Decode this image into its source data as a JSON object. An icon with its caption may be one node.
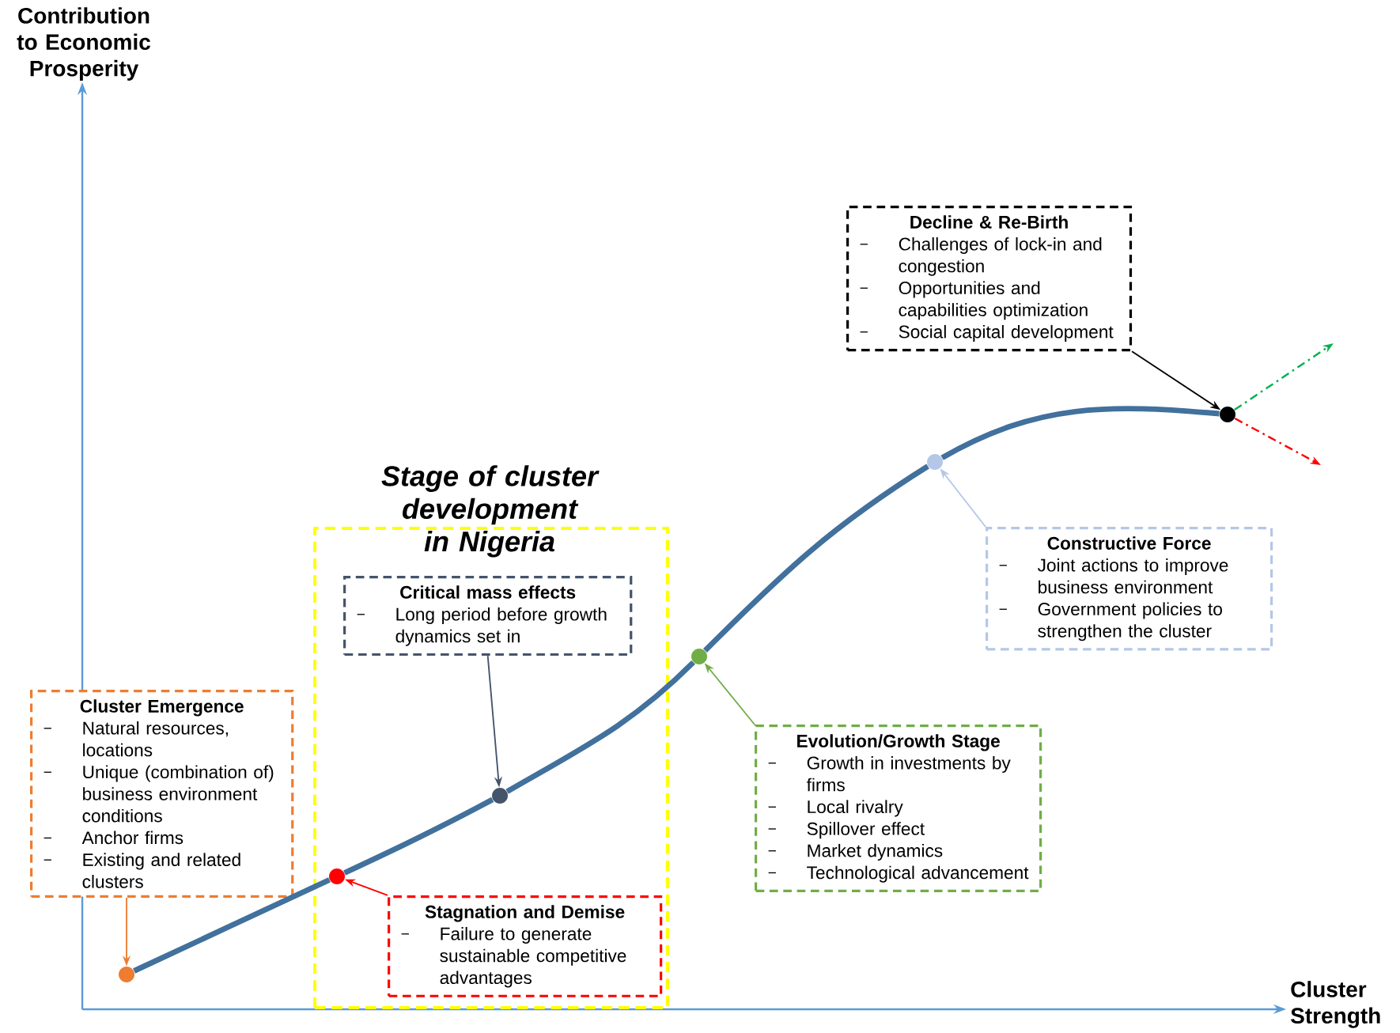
{
  "diagram": {
    "nodes": [
      {
        "text": [
          "Stage of cluster development in Nigeria"
        ]
      },
      {
        "text": [
          "Critical mass effects",
          "Long period before growth dynamics set in"
        ],
        "in": 0
      },
      {
        "text": [
          "Stagnation and Demise",
          "Failure to generate sustainable competitive advantages"
        ],
        "in": 0
      },
      {
        "text": [
          "Cluster Emergence",
          "Natural resources, locations",
          "Unique (combination of) business environment conditions",
          "Anchor firms",
          "Existing and related clusters"
        ]
      },
      {
        "text": [
          "Evolution/Growth Stage",
          "Growth in investments by firms",
          "Local rivalry",
          "Spillover effect",
          "Market dynamics",
          "Technological advancement"
        ]
      },
      {
        "text": [
          "Constructive Force",
          "Joint actions to improve business environment",
          "Government policies to strengthen the cluster"
        ]
      },
      {
        "text": [
          "Decline & Re-Birth",
          "Challenges of lock-in and congestion",
          "Opportunities and capabilities optimization",
          "Social capital development"
        ]
      },
      {
        "text": [],
        "shape": "circle"
      },
      {
        "text": [],
        "shape": "circle",
        "in": 0
      },
      {
        "text": [],
        "shape": "circle",
        "in": 0
      },
      {
        "text": [],
        "shape": "circle"
      },
      {
        "text": [],
        "shape": "circle"
      },
      {
        "text": [],
        "shape": "circle"
      }
    ],
    "edges": [
      {
        "from": 3,
        "to": 7,
        "arrow": "to",
        "color": "#ed7d31"
      },
      {
        "from": 2,
        "to": 8,
        "arrow": "to",
        "color": "#ff0000"
      },
      {
        "from": 1,
        "to": 9,
        "arrow": "to",
        "color": "#44546a"
      },
      {
        "from": 4,
        "to": 10,
        "arrow": "to",
        "color": "#70ad47"
      },
      {
        "from": 5,
        "to": 11,
        "arrow": "to",
        "color": "#b4c7e7"
      },
      {
        "from": 6,
        "to": 12,
        "arrow": "to",
        "color": "#000000"
      },
      {
        "from": 7,
        "to": 8,
        "arrow": "none",
        "style": "thick",
        "color": "#41719c"
      },
      {
        "from": 8,
        "to": 9,
        "arrow": "none",
        "style": "thick",
        "color": "#41719c"
      },
      {
        "from": 9,
        "to": 10,
        "arrow": "none",
        "style": "thick",
        "color": "#41719c"
      },
      {
        "from": 10,
        "to": 11,
        "arrow": "none",
        "style": "thick",
        "color": "#41719c"
      },
      {
        "from": 11,
        "to": 12,
        "arrow": "none",
        "style": "thick",
        "color": "#41719c"
      },
      {
        "from": 12,
        "to": null,
        "arrow": "to",
        "style": "dashed",
        "color": "#00b050"
      },
      {
        "from": 12,
        "to": null,
        "arrow": "to",
        "style": "dashed",
        "color": "#ff0000"
      }
    ],
    "labels": [
      "Contribution to Economic Prosperity",
      "Cluster Strength"
    ]
  }
}
